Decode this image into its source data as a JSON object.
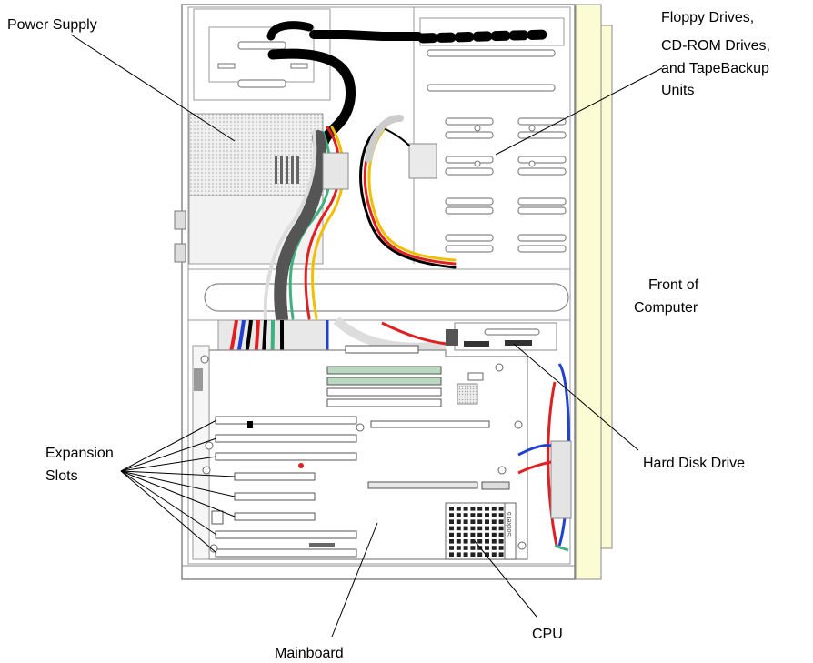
{
  "labels": {
    "power_supply": "Power Supply",
    "drive_bays": [
      "Floppy Drives,",
      "CD-ROM Drives,",
      "and TapeBackup",
      "Units"
    ],
    "front": [
      "Front of",
      "Computer"
    ],
    "expansion_slots": [
      "Expansion",
      "Slots"
    ],
    "hard_disk": "Hard Disk Drive",
    "cpu": "CPU",
    "mainboard": "Mainboard",
    "socket_text": "Socket 5"
  },
  "colors": {
    "front_panel": "#fcfcd4",
    "case_gray": "#e9e9e9",
    "power_dots": "#c8c8c8",
    "cable_black": "#000000",
    "wire_red": "#e02020",
    "wire_yellow": "#f0c000",
    "wire_blue": "#2040d0",
    "wire_green": "#40b080",
    "ram_green": "#b8d8c0"
  }
}
